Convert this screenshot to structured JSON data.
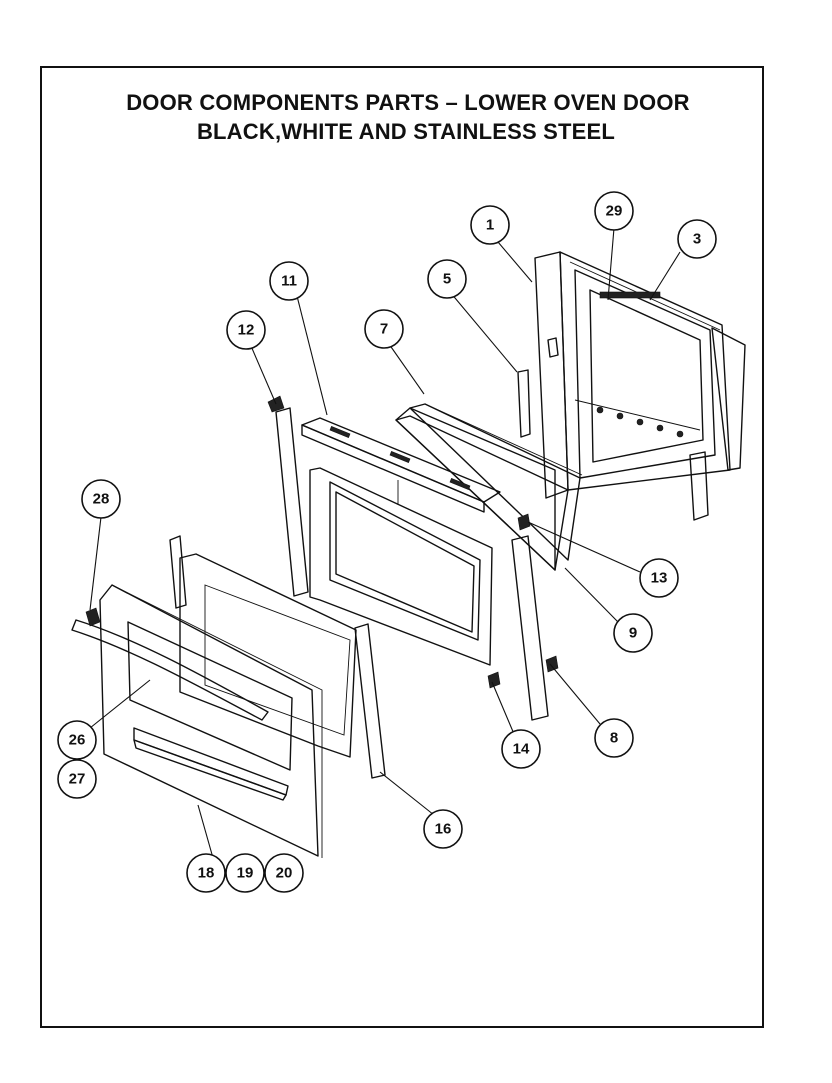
{
  "title": {
    "line1": "DOOR COMPONENTS PARTS – LOWER OVEN DOOR",
    "line2": "BLACK,WHITE AND STAINLESS STEEL"
  },
  "callouts": [
    "1",
    "29",
    "3",
    "5",
    "11",
    "7",
    "12",
    "28",
    "13",
    "9",
    "8",
    "14",
    "26",
    "27",
    "16",
    "18",
    "19",
    "20"
  ]
}
